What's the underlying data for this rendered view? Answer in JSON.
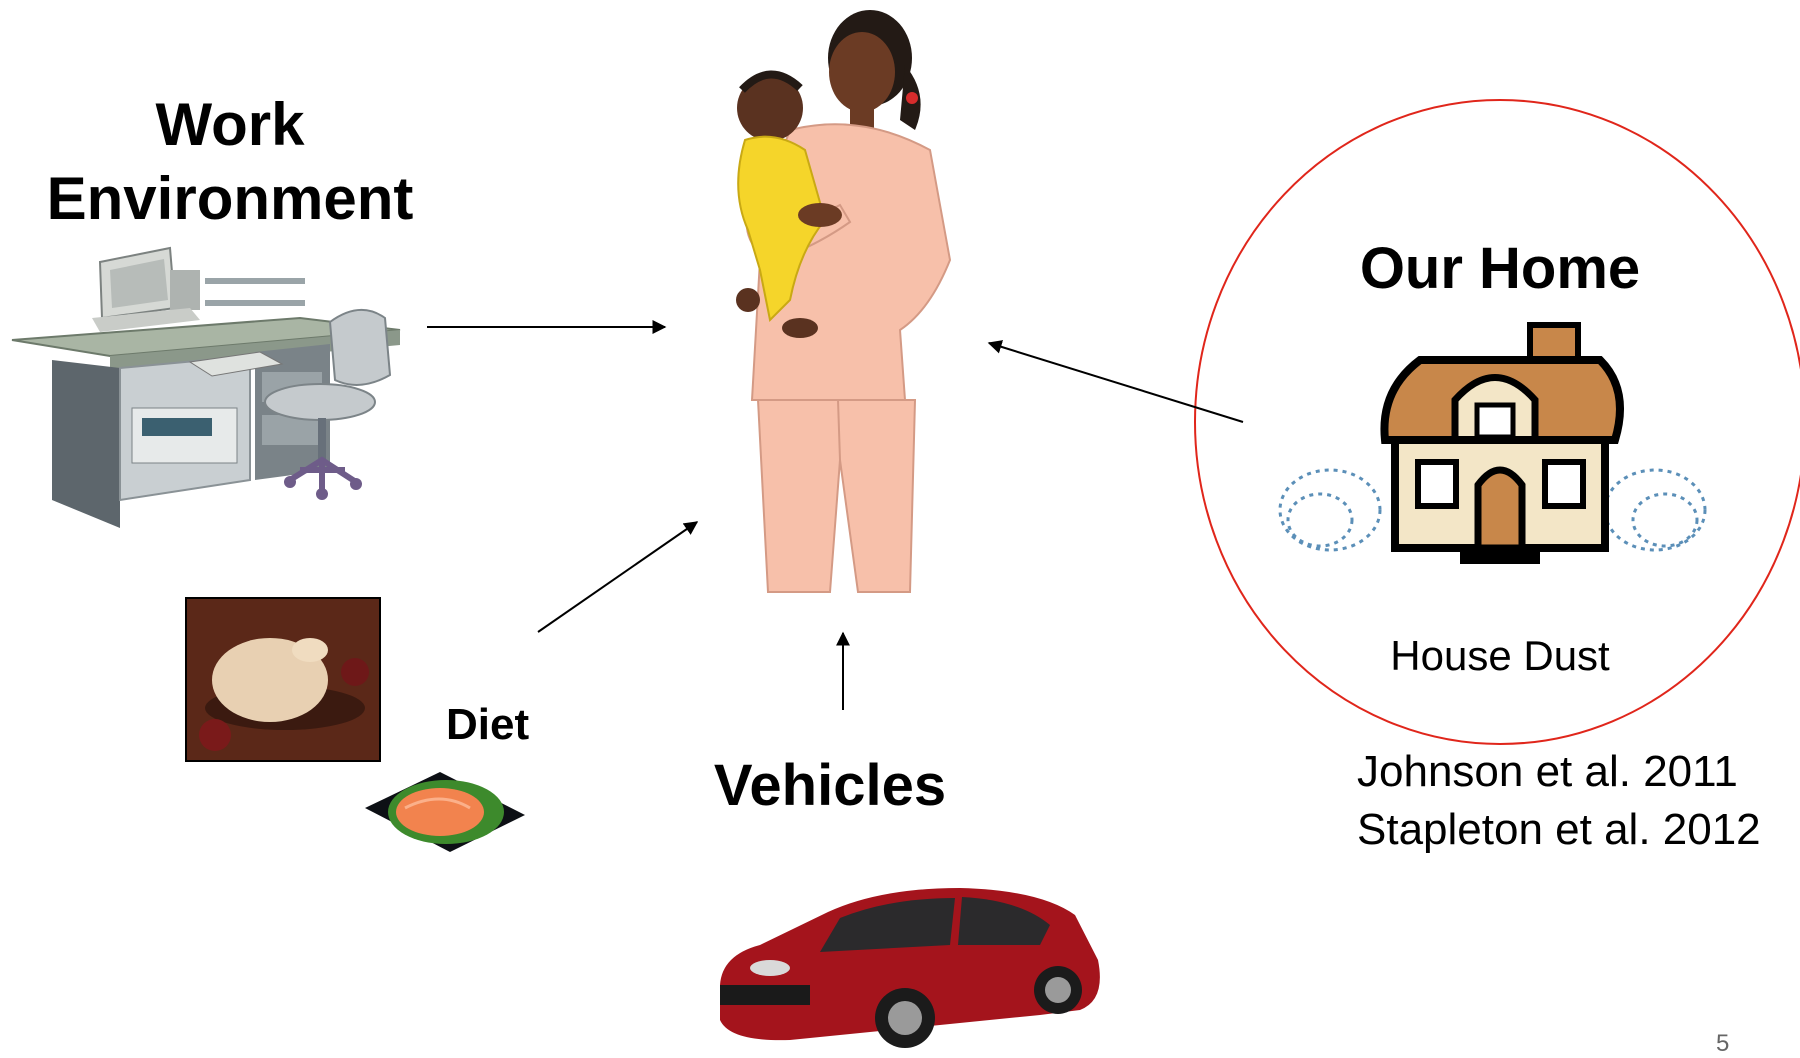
{
  "labels": {
    "work_line1": "Work",
    "work_line2": "Environment",
    "home": "Our Home",
    "house_dust": "House Dust",
    "diet": "Diet",
    "vehicles": "Vehicles"
  },
  "citations": [
    "Johnson et al. 2011",
    "Stapleton et al. 2012"
  ],
  "page_number": "5",
  "colors": {
    "highlight_circle": "#e0261b",
    "arrow": "#000000",
    "person_clothes": "#f7c0aa",
    "baby_clothes": "#f5d52a",
    "car": "#a4141c",
    "house_roof": "#c8874a"
  },
  "icons": [
    "office-desk-icon",
    "mother-and-baby-icon",
    "house-icon",
    "turkey-dish-icon",
    "salmon-dish-icon",
    "car-icon"
  ]
}
